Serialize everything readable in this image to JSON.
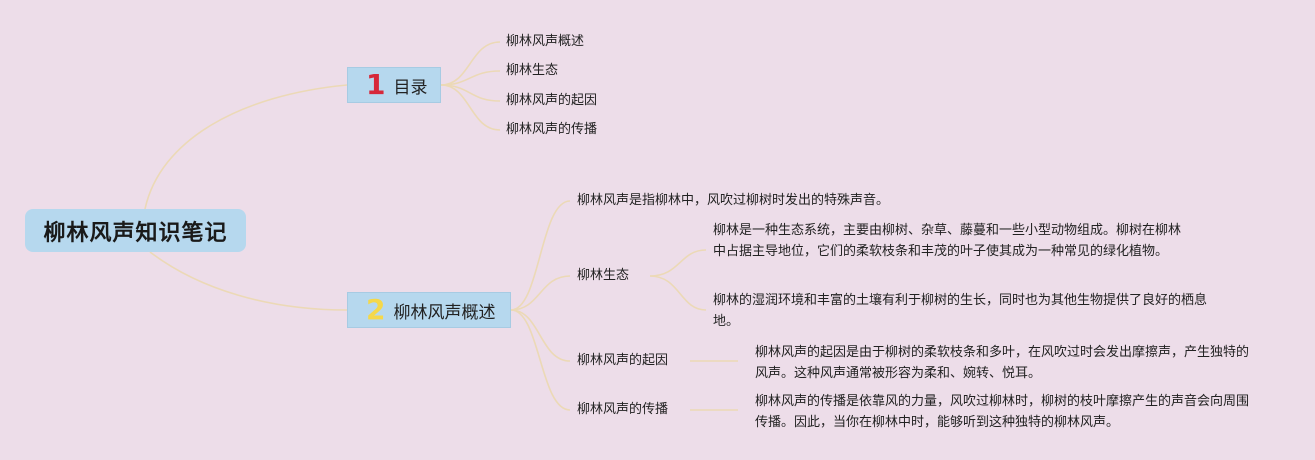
{
  "root": {
    "title": "柳林风声知识笔记"
  },
  "topic1": {
    "number": "1",
    "label": "目录",
    "items": [
      "柳林风声概述",
      "柳林生态",
      "柳林风声的起因",
      "柳林风声的传播"
    ]
  },
  "topic2": {
    "number": "2",
    "label": "柳林风声概述",
    "definition": "柳林风声是指柳林中，风吹过柳树时发出的特殊声音。",
    "ecology": {
      "label": "柳林生态",
      "details": [
        "柳林是一种生态系统，主要由柳树、杂草、藤蔓和一些小型动物组成。柳树在柳林中占据主导地位，它们的柔软枝条和丰茂的叶子使其成为一种常见的绿化植物。",
        "柳林的湿润环境和丰富的土壤有利于柳树的生长，同时也为其他生物提供了良好的栖息地。"
      ]
    },
    "cause": {
      "label": "柳林风声的起因",
      "detail": "柳林风声的起因是由于柳树的柔软枝条和多叶，在风吹过时会发出摩擦声，产生独特的风声。这种风声通常被形容为柔和、婉转、悦耳。"
    },
    "spread": {
      "label": "柳林风声的传播",
      "detail": "柳林风声的传播是依靠风的力量，风吹过柳林时，柳树的枝叶摩擦产生的声音会向周围传播。因此，当你在柳林中时，能够听到这种独特的柳林风声。"
    }
  },
  "colors": {
    "background": "#eddde9",
    "connector": "#ecd9b6",
    "topic_fill": "#b6d8ee",
    "number1": "#d6283a",
    "number2": "#f5d84a"
  }
}
